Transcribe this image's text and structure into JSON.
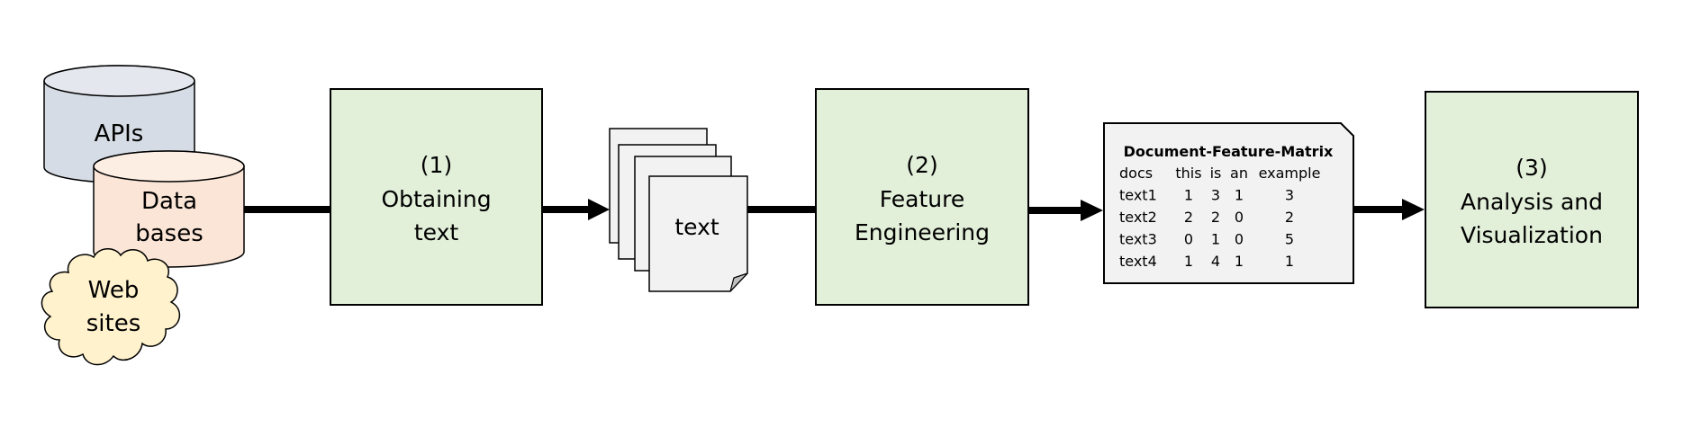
{
  "diagram": {
    "sources": {
      "apis": {
        "label": "APIs",
        "fill": "#d6dce5"
      },
      "databases": {
        "lines": [
          "Data",
          "bases"
        ],
        "fill": "#fbe5d6"
      },
      "websites": {
        "lines": [
          "Web",
          "sites"
        ],
        "fill": "#fff2cc"
      }
    },
    "steps": [
      {
        "number": "(1)",
        "lines": [
          "Obtaining",
          "text"
        ]
      },
      {
        "number": "(2)",
        "lines": [
          "Feature",
          "Engineering"
        ]
      },
      {
        "number": "(3)",
        "lines": [
          "Analysis and",
          "Visualization"
        ]
      }
    ],
    "step_fill": "#e2efd9",
    "documents": {
      "label": "text",
      "fill": "#f2f2f2",
      "page_count": 4
    },
    "matrix": {
      "title": "Document-Feature-Matrix",
      "header": [
        "docs",
        "this",
        "is",
        "an",
        "example"
      ],
      "rows": [
        [
          "text1",
          "1",
          "3",
          "1",
          "3"
        ],
        [
          "text2",
          "2",
          "2",
          "0",
          "2"
        ],
        [
          "text3",
          "0",
          "1",
          "0",
          "5"
        ],
        [
          "text4",
          "1",
          "4",
          "1",
          "1"
        ]
      ],
      "fill": "#f2f2f2"
    },
    "connector_color": "#000000"
  }
}
